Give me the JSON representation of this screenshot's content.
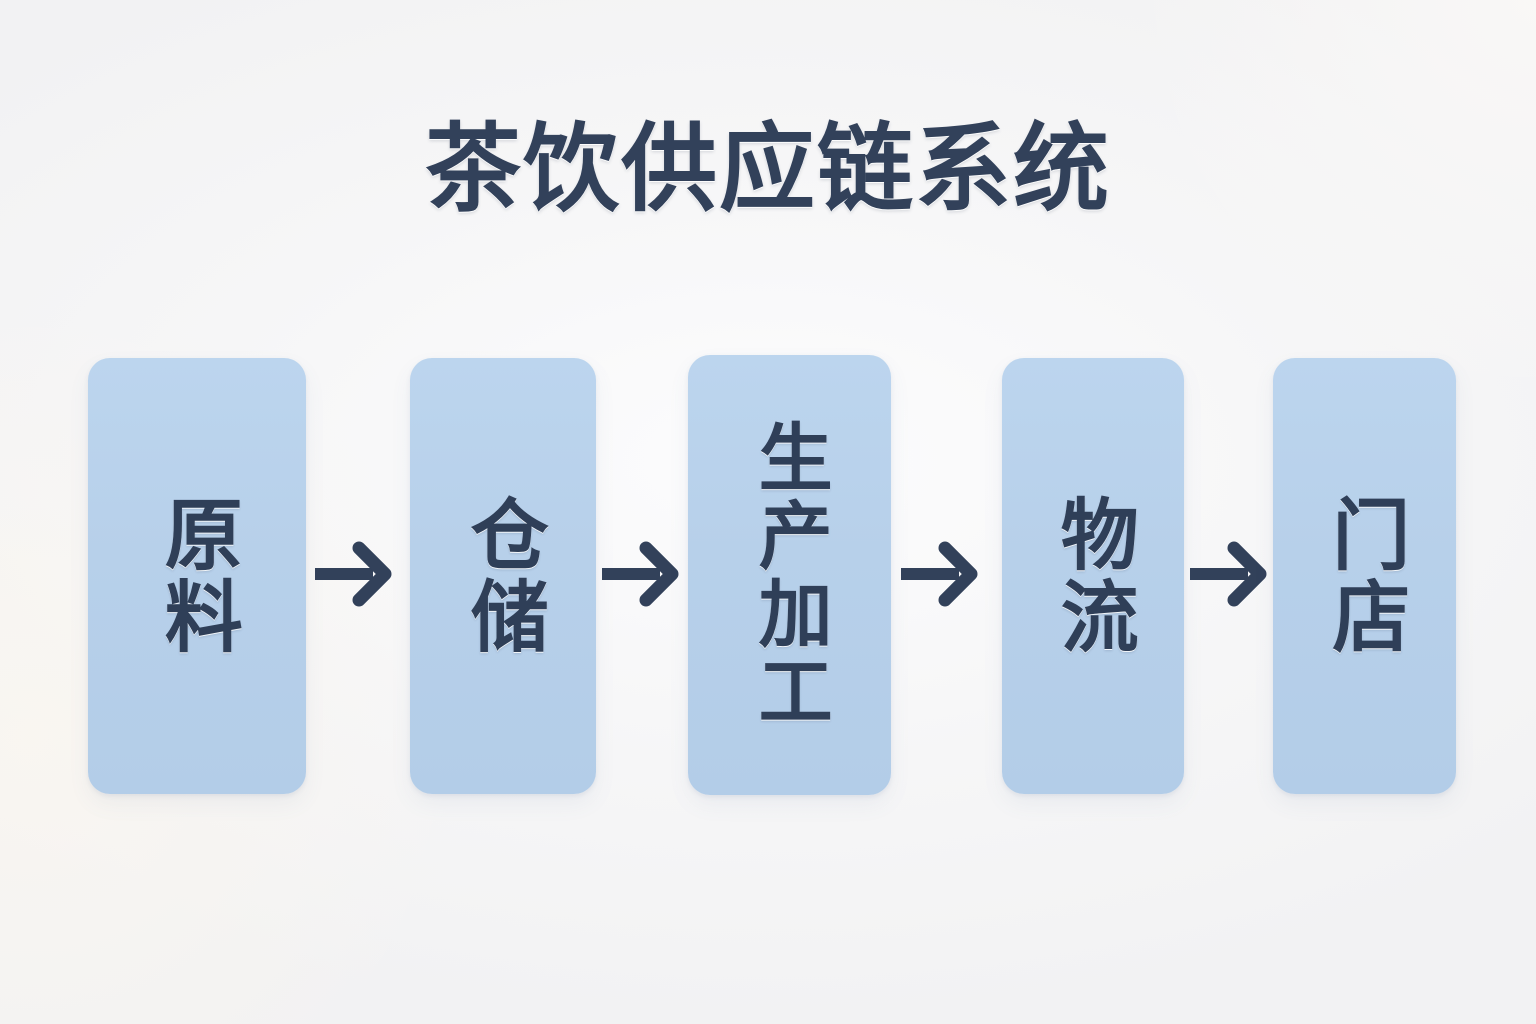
{
  "page": {
    "title": "茶饮供应链系统",
    "background_color": "#f7f7f8",
    "text_color": "#32415a",
    "node_fill_color": "#b7d0ea",
    "arrow_color": "#32415a"
  },
  "diagram": {
    "type": "linear-flow",
    "orientation": "left-to-right",
    "node_count": 5,
    "arrow_count": 4,
    "nodes": [
      {
        "id": "raw-materials",
        "label": "原料",
        "order": 1
      },
      {
        "id": "warehousing",
        "label": "仓储",
        "order": 2
      },
      {
        "id": "production",
        "label": "生产加工",
        "order": 3
      },
      {
        "id": "logistics",
        "label": "物流",
        "order": 4
      },
      {
        "id": "store",
        "label": "门店",
        "order": 5
      }
    ],
    "arrows": [
      {
        "id": "arrow-1",
        "from": "raw-materials",
        "to": "warehousing",
        "icon": "arrow-right-icon"
      },
      {
        "id": "arrow-2",
        "from": "warehousing",
        "to": "production",
        "icon": "arrow-right-icon"
      },
      {
        "id": "arrow-3",
        "from": "production",
        "to": "logistics",
        "icon": "arrow-right-icon"
      },
      {
        "id": "arrow-4",
        "from": "logistics",
        "to": "store",
        "icon": "arrow-right-icon"
      }
    ]
  }
}
